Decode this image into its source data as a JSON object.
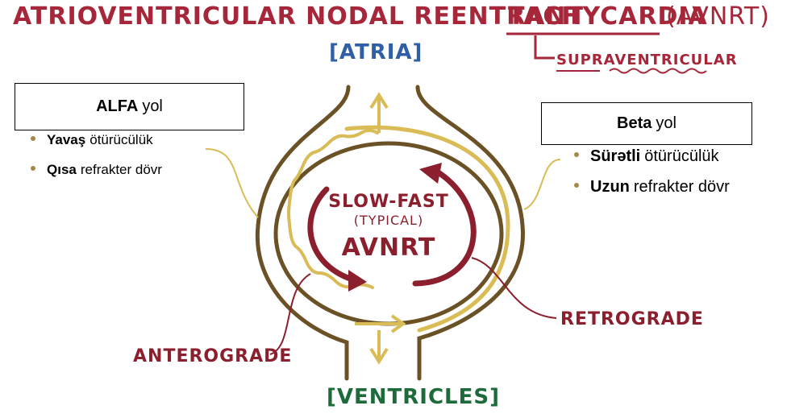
{
  "title": {
    "main": "ATRIOVENTRICULAR NODAL REENTRANT",
    "tachycardia": "TACHYCARDIA",
    "abbrev": "(AVNRT)",
    "supra": "SUPRAVENTRICULAR"
  },
  "labels": {
    "atria": "[ATRIA]",
    "ventricles": "[VENTRICLES]",
    "retrograde": "RETROGRADE",
    "anterograde": "ANTEROGRADE",
    "center_line1": "SLOW-FAST",
    "center_line2": "(TYPICAL)",
    "center_line3": "AVNRT"
  },
  "alfa": {
    "box_bold": "ALFA",
    "box_rest": "yol",
    "items": [
      {
        "bold": "Yavaş",
        "rest": "ötürücülük"
      },
      {
        "bold": "Qısa",
        "rest": "refrakter dövr"
      }
    ]
  },
  "beta": {
    "box_bold": "Beta",
    "box_rest": "yol",
    "items": [
      {
        "bold": "Sürətli",
        "rest": "ötürücülük"
      },
      {
        "bold": "Uzun",
        "rest": "refrakter dövr"
      }
    ]
  },
  "colors": {
    "brown": "#6b5226",
    "gold": "#d9bc55",
    "red": "#8c1f2e",
    "title_red": "#a6263a",
    "blue": "#2f5fa5",
    "green": "#1d6b3a"
  }
}
